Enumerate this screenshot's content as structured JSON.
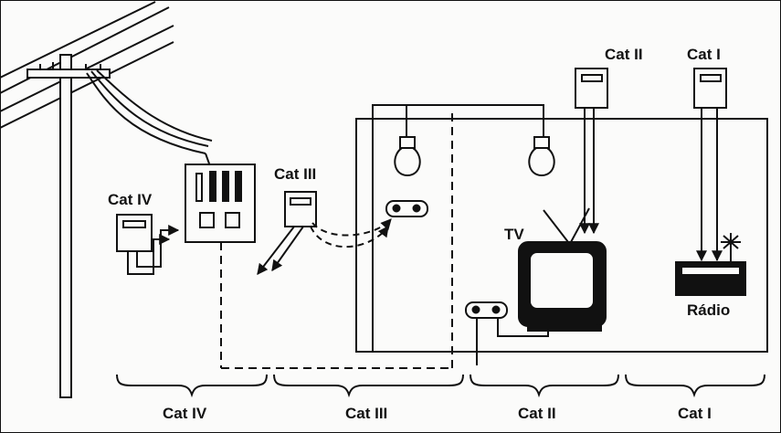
{
  "labels": {
    "meter_cat_ii": "Cat II",
    "meter_cat_i": "Cat I",
    "meter_cat_iii": "Cat III",
    "meter_cat_iv": "Cat IV",
    "tv": "TV",
    "radio": "Rádio"
  },
  "zones": [
    {
      "label": "Cat IV"
    },
    {
      "label": "Cat III"
    },
    {
      "label": "Cat II"
    },
    {
      "label": "Cat I"
    }
  ],
  "colors": {
    "ink": "#111111",
    "paper": "#fbfbfa"
  }
}
